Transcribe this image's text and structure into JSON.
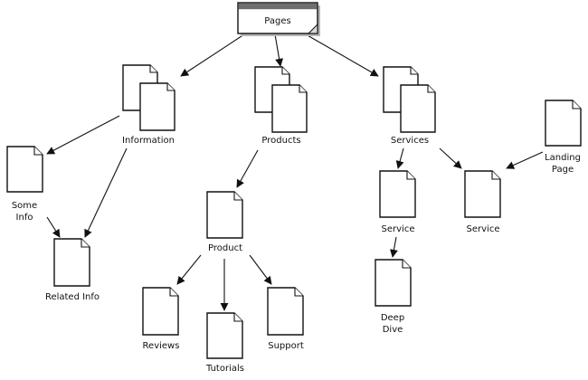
{
  "diagram": {
    "root": {
      "label": "Pages"
    },
    "nodes": {
      "information": {
        "label": "Information"
      },
      "products": {
        "label": "Products"
      },
      "services": {
        "label": "Services"
      },
      "some_info": {
        "label_line1": "Some",
        "label_line2": "Info"
      },
      "related_info": {
        "label": "Related Info"
      },
      "product": {
        "label": "Product"
      },
      "reviews": {
        "label": "Reviews"
      },
      "tutorials": {
        "label": "Tutorials"
      },
      "support": {
        "label": "Support"
      },
      "service_left": {
        "label": "Service"
      },
      "service_right": {
        "label": "Service"
      },
      "deep_dive": {
        "label_line1": "Deep",
        "label_line2": "Dive"
      },
      "landing_page": {
        "label_line1": "Landing",
        "label_line2": "Page"
      }
    },
    "edges": [
      {
        "from": "Pages",
        "to": "Information"
      },
      {
        "from": "Pages",
        "to": "Products"
      },
      {
        "from": "Pages",
        "to": "Services"
      },
      {
        "from": "Information",
        "to": "Some Info"
      },
      {
        "from": "Information",
        "to": "Related Info"
      },
      {
        "from": "Some Info",
        "to": "Related Info"
      },
      {
        "from": "Products",
        "to": "Product"
      },
      {
        "from": "Product",
        "to": "Reviews"
      },
      {
        "from": "Product",
        "to": "Tutorials"
      },
      {
        "from": "Product",
        "to": "Support"
      },
      {
        "from": "Services",
        "to": "Service"
      },
      {
        "from": "Services",
        "to": "Service"
      },
      {
        "from": "Service",
        "to": "Deep Dive"
      },
      {
        "from": "Landing Page",
        "to": "Service"
      }
    ]
  }
}
